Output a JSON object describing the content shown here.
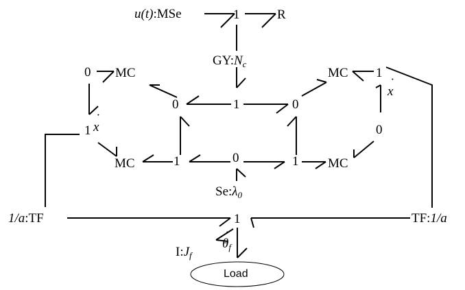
{
  "nodes": {
    "mse_src": "u(t)",
    "mse_type": ":MSe",
    "top_one": "1",
    "r": "R",
    "gy_type": "GY:",
    "gy_n": "N",
    "gy_sub": "c",
    "left_zero": "0",
    "left_mc_top": "MC",
    "left_one": "1",
    "left_xdot": "x",
    "left_mc_bot": "MC",
    "center_left_zero": "0",
    "center_one": "1",
    "center_right_zero": "0",
    "right_mc_top": "MC",
    "right_one": "1",
    "right_xdot": "x",
    "right_zero": "0",
    "center_left_one": "1",
    "center_zero": "0",
    "center_right_one": "1",
    "right_mc_bot": "MC",
    "se_type": "Se:",
    "se_lambda": "λ",
    "se_sub": "0",
    "tf_left_ratio": "1/a",
    "tf_left_type": ":TF",
    "tf_right_type": "TF:",
    "tf_right_ratio": "1/a",
    "bottom_one": "1",
    "theta": "θ",
    "theta_sub": "f",
    "i_type": "I:",
    "i_j": "J",
    "i_sub": "f",
    "load": "Load"
  }
}
